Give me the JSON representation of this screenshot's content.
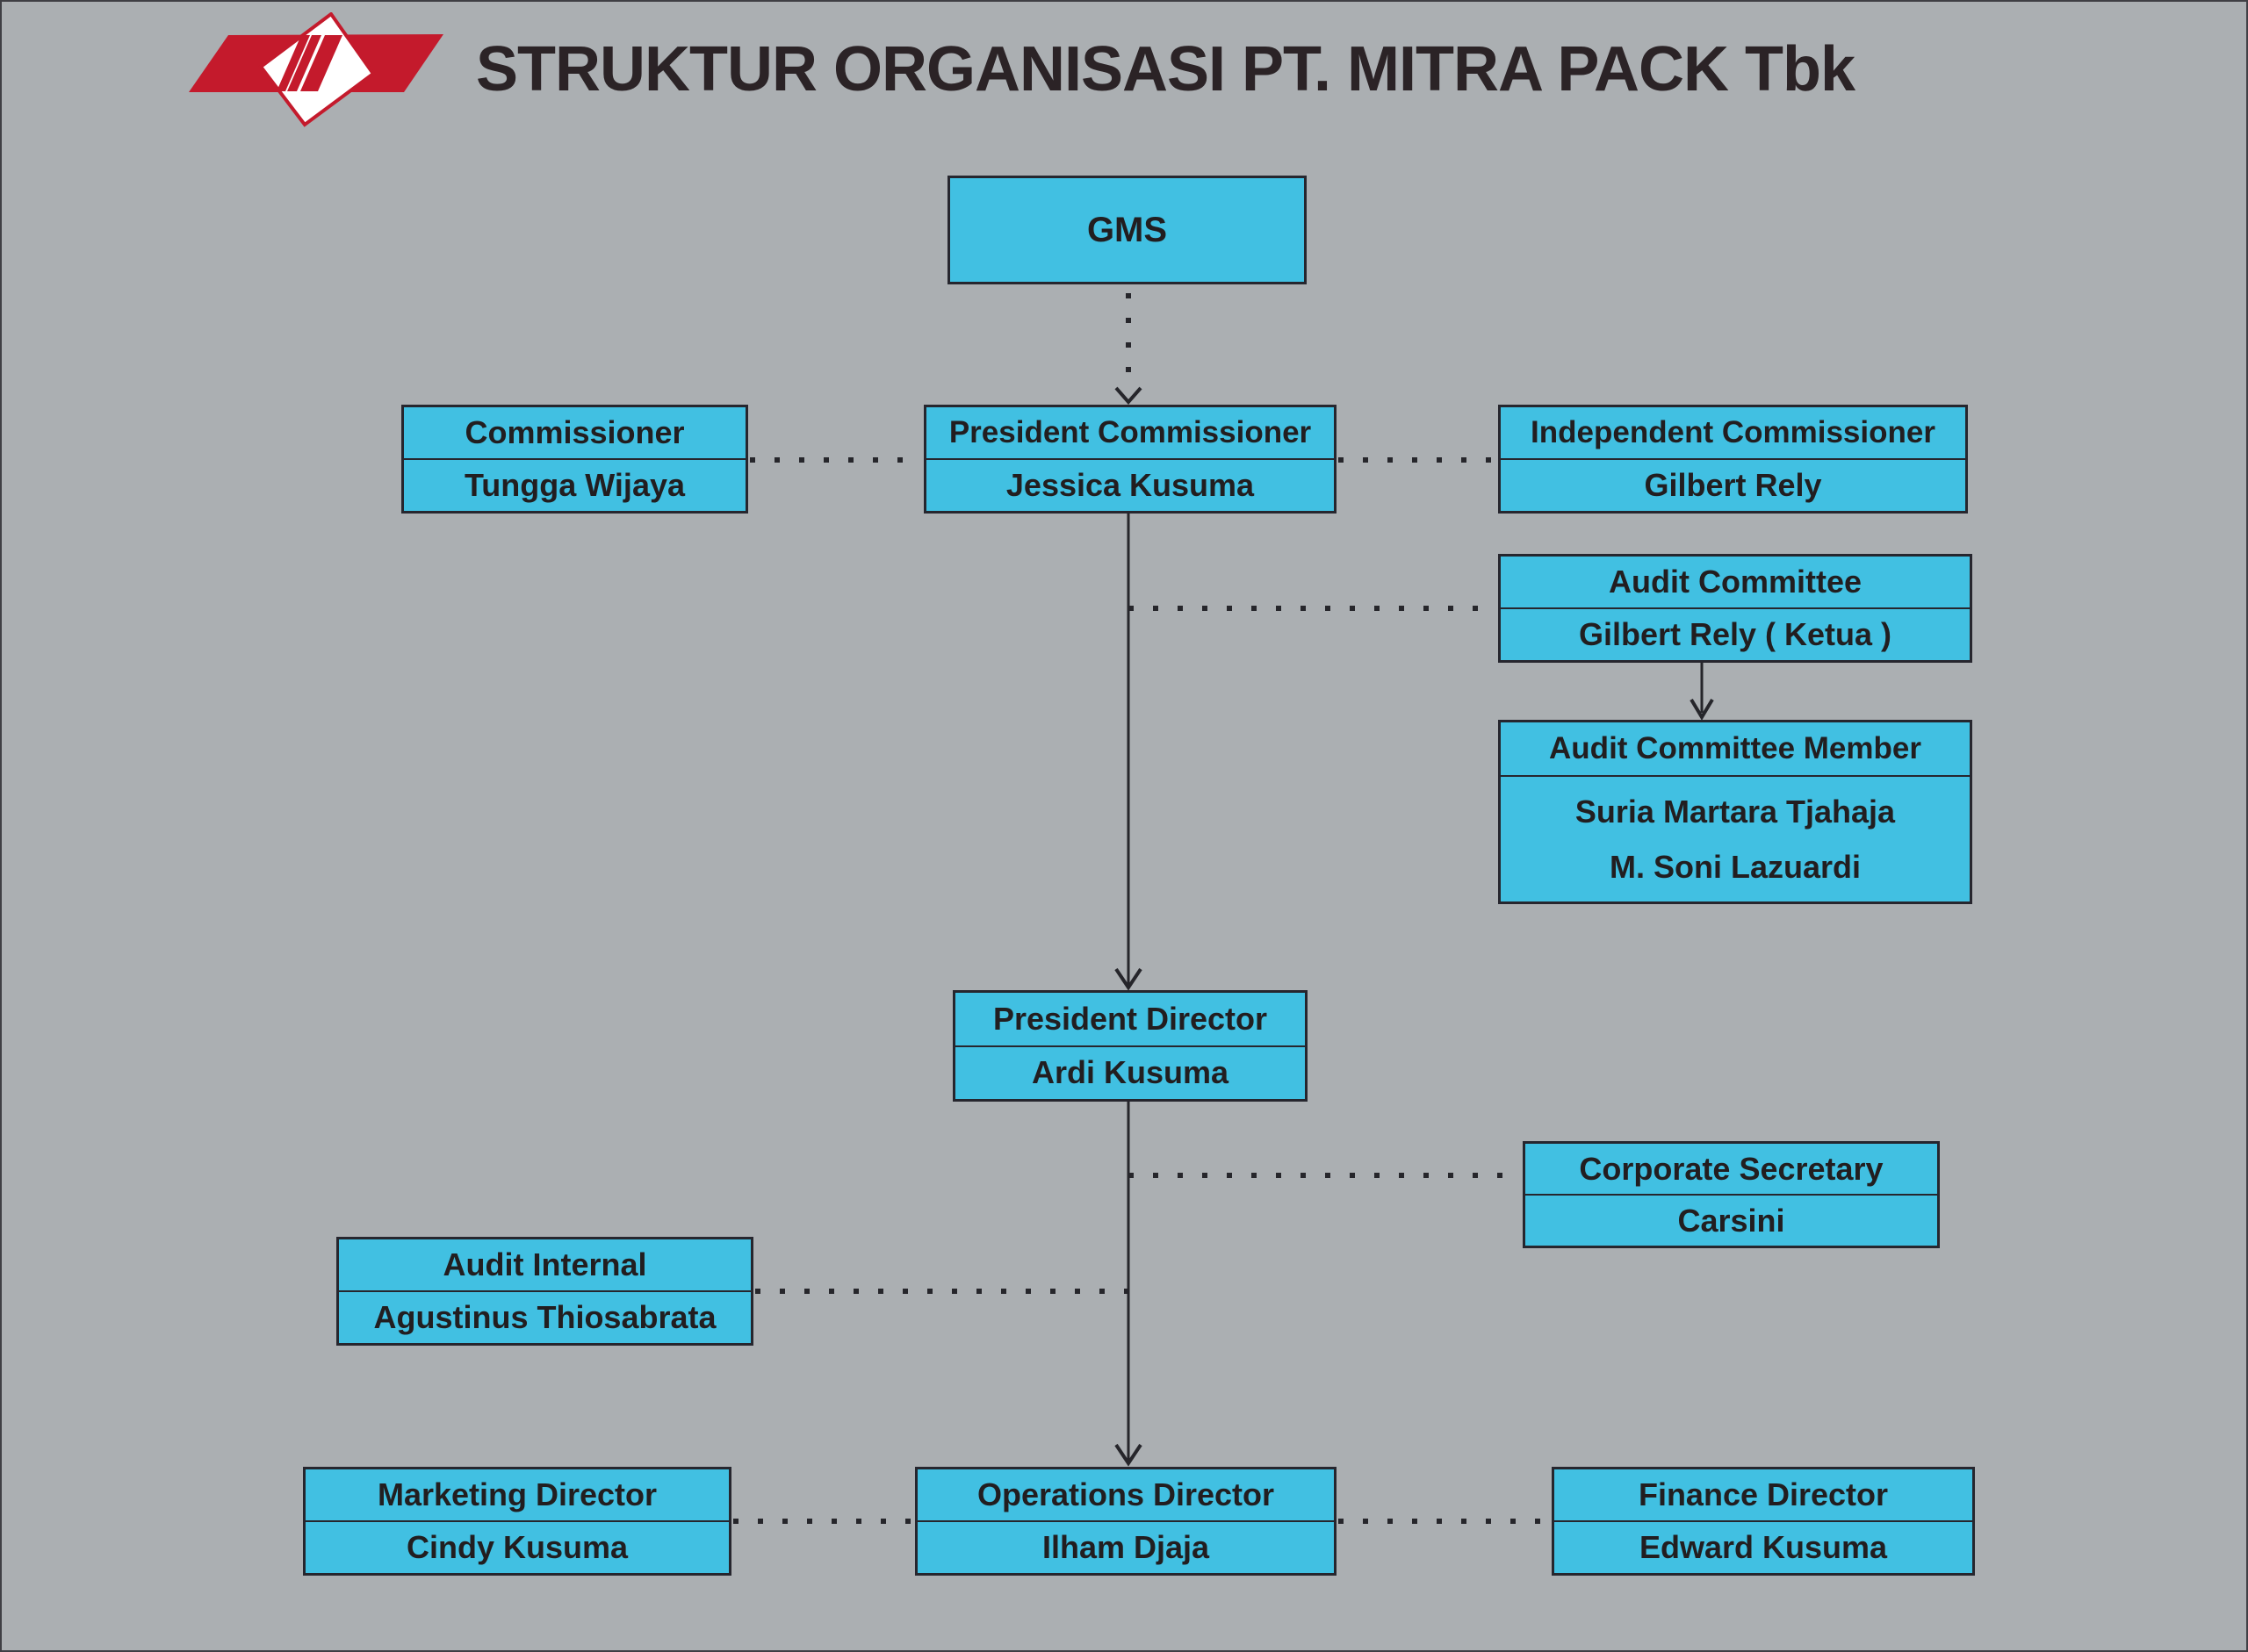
{
  "header": {
    "title": "STRUKTUR ORGANISASI PT. MITRA PACK Tbk",
    "logo": "mitra-pack-logo"
  },
  "colors": {
    "background": "#abafb2",
    "box_fill": "#41c0e2",
    "box_border": "#26262e",
    "text": "#221e20",
    "logo_red": "#c41a2c",
    "logo_white": "#ffffff"
  },
  "nodes": {
    "gms": {
      "title": "GMS"
    },
    "commissioner": {
      "title": "Commissioner",
      "name": "Tungga Wijaya"
    },
    "president_commissioner": {
      "title": "President Commissioner",
      "name": "Jessica Kusuma"
    },
    "independent_commissioner": {
      "title": "Independent Commissioner",
      "name": "Gilbert Rely"
    },
    "audit_committee": {
      "title": "Audit Committee",
      "name": "Gilbert Rely ( Ketua )"
    },
    "audit_committee_member": {
      "title": "Audit Committee Member",
      "members": [
        "Suria Martara Tjahaja",
        "M. Soni Lazuardi"
      ]
    },
    "president_director": {
      "title": "President Director",
      "name": "Ardi Kusuma"
    },
    "corporate_secretary": {
      "title": "Corporate Secretary",
      "name": "Carsini"
    },
    "audit_internal": {
      "title": "Audit Internal",
      "name": "Agustinus Thiosabrata"
    },
    "marketing_director": {
      "title": "Marketing Director",
      "name": "Cindy Kusuma"
    },
    "operations_director": {
      "title": "Operations Director",
      "name": "Ilham Djaja"
    },
    "finance_director": {
      "title": "Finance Director",
      "name": "Edward Kusuma"
    }
  },
  "edges": [
    "GMS -> President Commissioner (dotted arrow)",
    "Commissioner - President Commissioner (dotted)",
    "President Commissioner - Independent Commissioner (dotted)",
    "President Commissioner -> President Director (solid arrow)",
    "President Commissioner - Audit Committee (dotted)",
    "Audit Committee -> Audit Committee Member (solid arrow)",
    "President Director - Corporate Secretary (dotted)",
    "Audit Internal - President Director line (dotted)",
    "President Director -> Operations Director (solid arrow)",
    "Marketing Director - Operations Director (dotted)",
    "Operations Director - Finance Director (dotted)"
  ]
}
